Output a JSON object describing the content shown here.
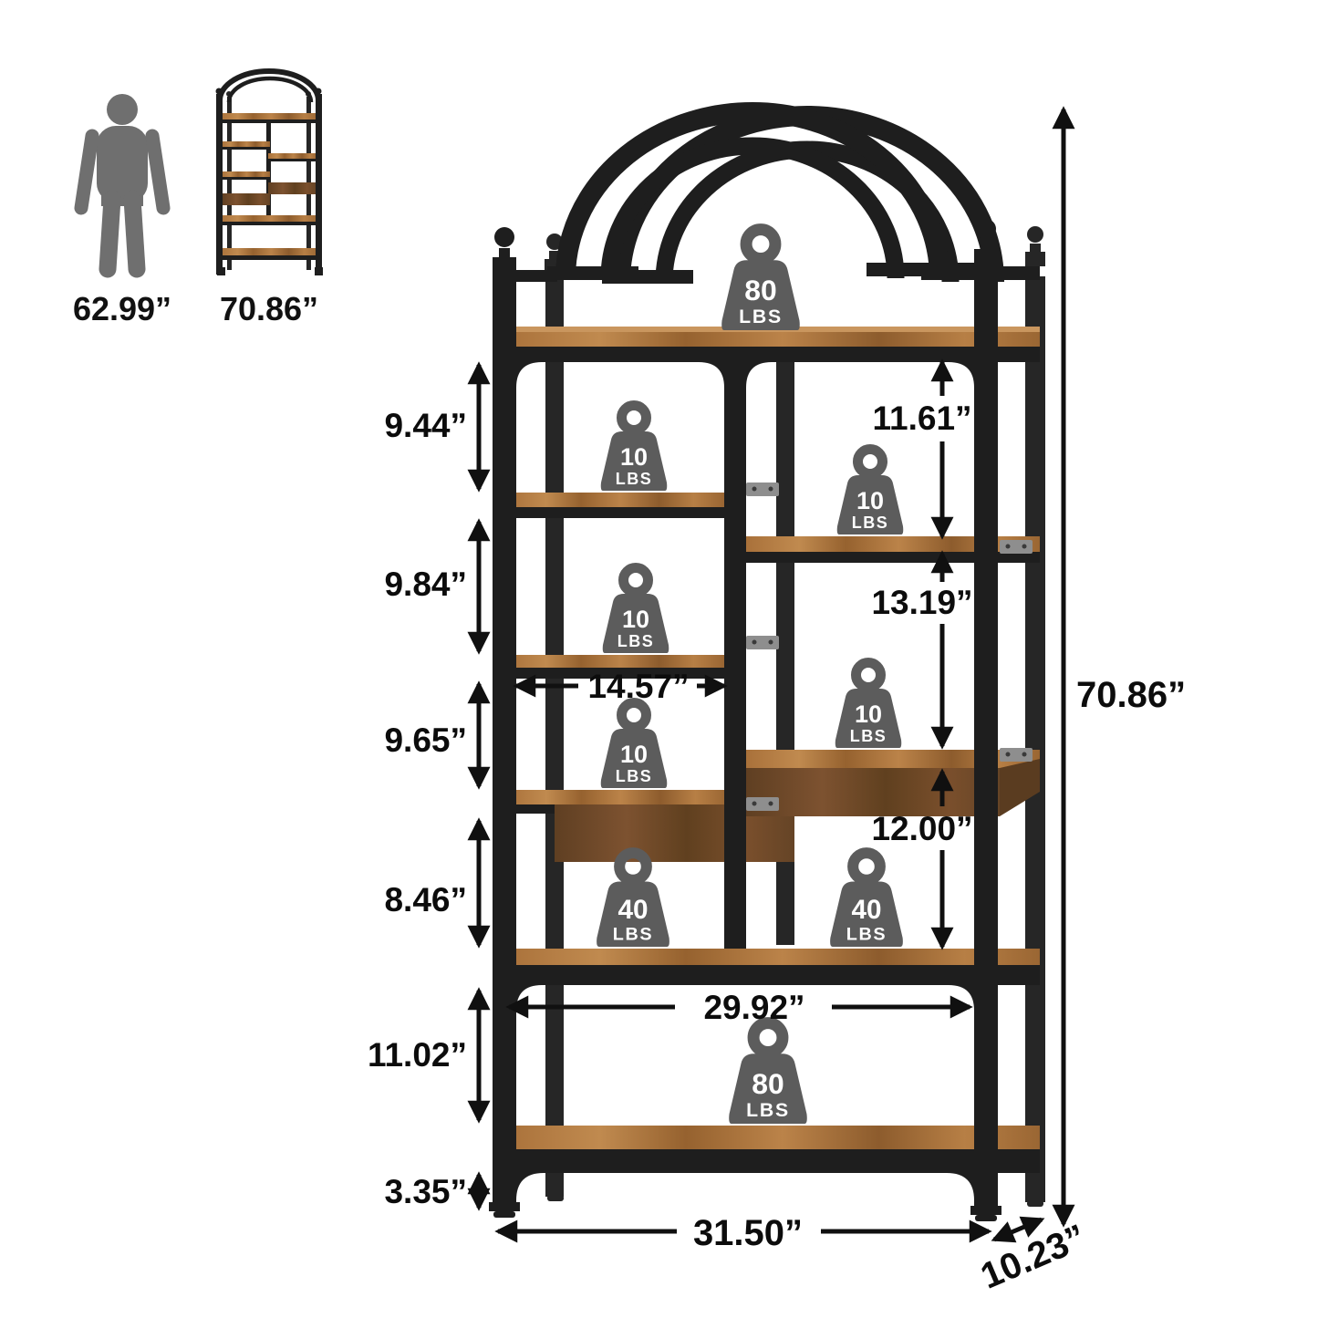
{
  "diagram_title": "bookshelf-dimension-diagram",
  "scale_reference": {
    "human_height_label": "62.99”",
    "thumbnail_height_label": "70.86”"
  },
  "dimensions": {
    "left_gaps": [
      "9.44”",
      "9.84”",
      "9.65”",
      "8.46”",
      "11.02”",
      "3.35”"
    ],
    "right_gaps": [
      "11.61”",
      "13.19”",
      "12.00”"
    ],
    "left_shelf_width": "14.57”",
    "inner_width": "29.92”",
    "overall_width": "31.50”",
    "depth": "10.23”",
    "overall_height": "70.86”"
  },
  "capacities": {
    "top_shelf": {
      "value": "80",
      "unit": "LBS"
    },
    "left_shelf_1": {
      "value": "10",
      "unit": "LBS"
    },
    "left_shelf_2": {
      "value": "10",
      "unit": "LBS"
    },
    "left_shelf_3": {
      "value": "10",
      "unit": "LBS"
    },
    "right_shelf_1": {
      "value": "10",
      "unit": "LBS"
    },
    "right_shelf_2": {
      "value": "10",
      "unit": "LBS"
    },
    "middle_shelf_left": {
      "value": "40",
      "unit": "LBS"
    },
    "middle_shelf_right": {
      "value": "40",
      "unit": "LBS"
    },
    "bottom_shelf": {
      "value": "80",
      "unit": "LBS"
    }
  },
  "colors": {
    "frame_black": "#1e1e1e",
    "wood": "#b07a42",
    "wood_highlight": "#c9965e",
    "wood_dark_panel": "#6e4a2a",
    "weight_icon_gray": "#5c5c5c",
    "human_icon_gray": "#6f6f6f",
    "bracket_gray": "#8e8e8e",
    "dimension_text": "#0c0c0c",
    "background": "#ffffff"
  }
}
